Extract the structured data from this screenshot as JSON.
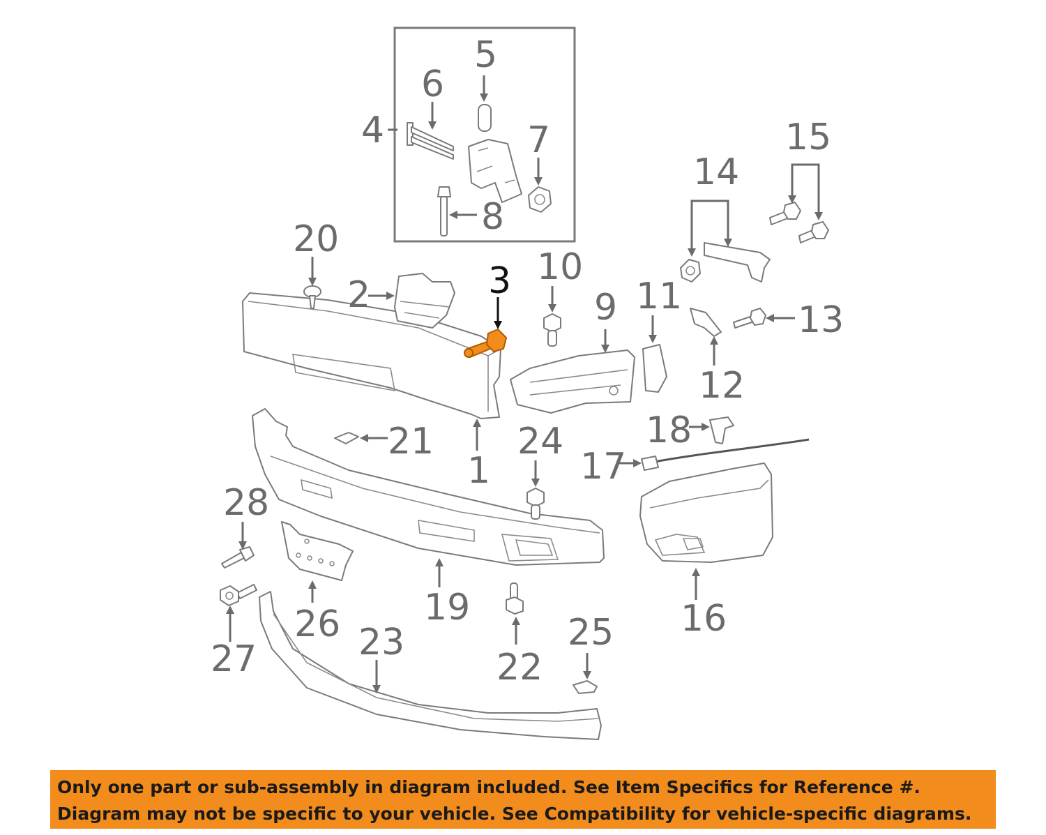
{
  "diagram": {
    "callouts": {
      "c1": "1",
      "c2": "2",
      "c3": "3",
      "c4": "4",
      "c5": "5",
      "c6": "6",
      "c7": "7",
      "c8": "8",
      "c9": "9",
      "c10": "10",
      "c11": "11",
      "c12": "12",
      "c13": "13",
      "c14": "14",
      "c15": "15",
      "c16": "16",
      "c17": "17",
      "c18": "18",
      "c19": "19",
      "c20": "20",
      "c21": "21",
      "c22": "22",
      "c23": "23",
      "c24": "24",
      "c25": "25",
      "c26": "26",
      "c27": "27",
      "c28": "28"
    },
    "highlighted_part": "3",
    "colors": {
      "highlight": "#f28c1c",
      "line": "#7a7a7a",
      "label": "#6b6b6b"
    }
  },
  "banner": {
    "line1": "Only one part or sub-assembly in diagram included. See Item Specifics for Reference #.",
    "line2": "Diagram may not be specific to your vehicle. See Compatibility for vehicle-specific diagrams.",
    "background": "#f28c1c"
  }
}
